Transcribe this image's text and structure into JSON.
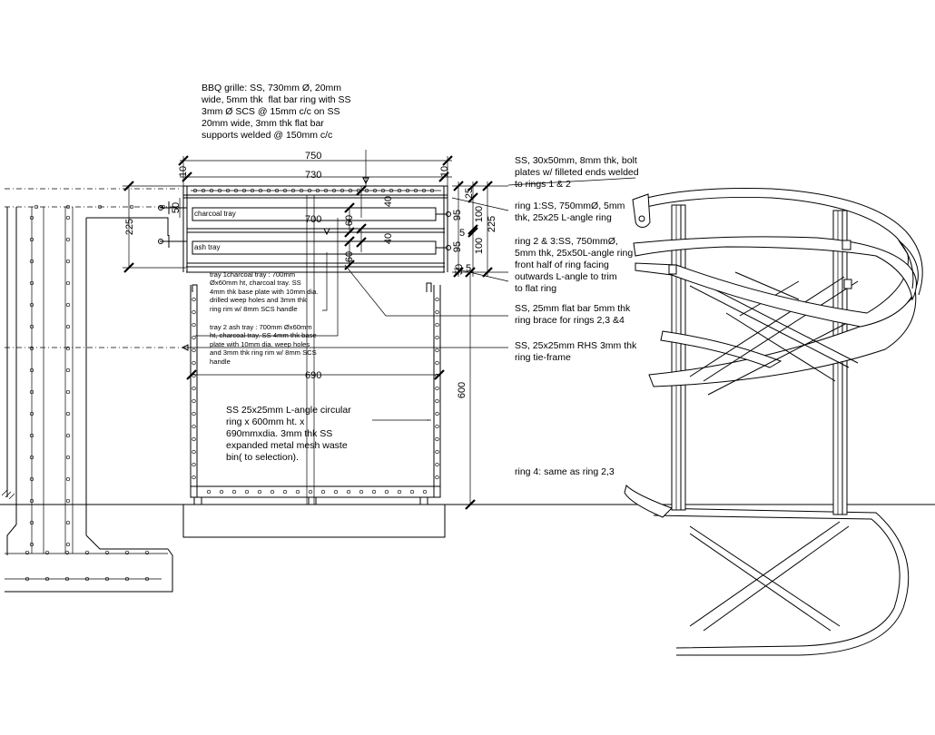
{
  "annotations": {
    "bbq_grille": "BBQ grille: SS, 730mm Ø, 20mm\nwide, 5mm thk  flat bar ring with SS\n3mm Ø SCS @ 15mm c/c on SS\n20mm wide, 3mm thk flat bar\nsupports welded @ 150mm c/c",
    "bolt_plates": "SS, 30x50mm, 8mm thk, bolt\nplates w/ filleted ends welded\nto rings 1 & 2",
    "ring1": "ring 1:SS, 750mmØ, 5mm\nthk, 25x25 L-angle ring",
    "ring23": "ring 2 & 3:SS, 750mmØ,\n5mm thk, 25x50L-angle ring\nfront half of ring facing\noutwards L-angle to trim\nto flat ring",
    "ring_brace": "SS, 25mm flat bar 5mm thk\nring brace for rings 2,3 &4",
    "rhs_tie": "SS, 25x25mm RHS 3mm thk\nring tie-frame",
    "ring4": "ring 4: same as ring 2,3",
    "tray1": "tray 1charcoal tray : 700mm\nØx60mm ht, charcoal tray. SS\n4mm thk base plate with 10mm dia.\ndrilled weep holes and 3mm thk\nring rim w/ 8mm SCS handle",
    "tray2": "tray 2 ash tray : 700mm Øx60mm\nht, charcoal tray. SS 4mm thk base\nplate with 10mm dia. weep holes\nand 3mm thk ring rim w/ 8mm SCS\nhandle",
    "waste_bin": "SS 25x25mm L-angle circular\nring x 600mm ht. x\n690mmxdia. 3mm thk SS\nexpanded metal mesh waste\nbin( to selection).",
    "charcoal_tray_label": "charcoal tray",
    "ash_tray_label": "ash tray"
  },
  "dimensions": {
    "d750": "750",
    "d730": "730",
    "d700": "700",
    "d690": "690",
    "d600": "600",
    "d225_left": "225",
    "d225_right": "225",
    "d50_left": "50",
    "d40_a": "40",
    "d40_b": "40",
    "d60_a": "60",
    "d60_b": "60",
    "d25": "25",
    "d95_a": "95",
    "d95_b": "95",
    "d100_a": "100",
    "d100_b": "100",
    "d5_a": "5",
    "d5_b": "5",
    "d50_right": "50",
    "d10_left": "10",
    "d10_right": "10"
  }
}
